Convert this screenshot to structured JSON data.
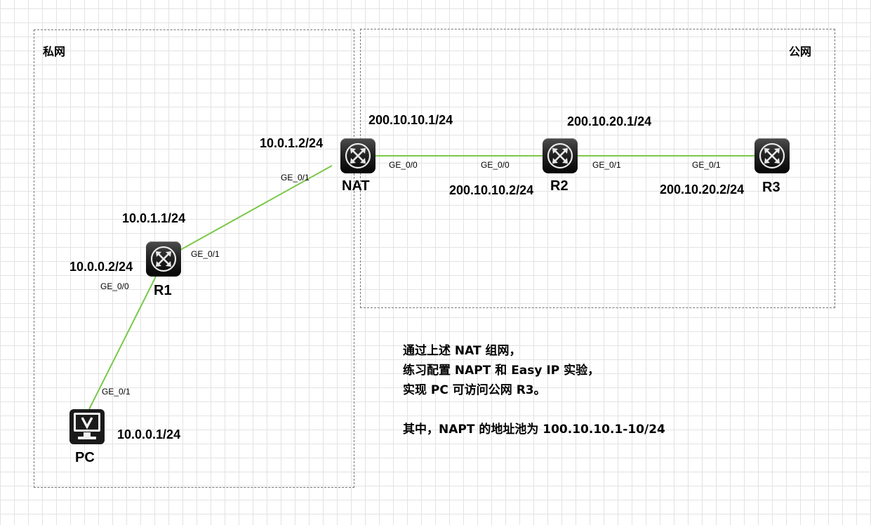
{
  "zones": {
    "private": {
      "label": "私网"
    },
    "public": {
      "label": "公网"
    }
  },
  "devices": {
    "nat": {
      "name": "NAT",
      "icon": "router-icon"
    },
    "r1": {
      "name": "R1",
      "icon": "router-icon"
    },
    "r2": {
      "name": "R2",
      "icon": "router-icon"
    },
    "r3": {
      "name": "R3",
      "icon": "router-icon"
    },
    "pc": {
      "name": "PC",
      "icon": "monitor-icon"
    }
  },
  "ips": {
    "nat_ge01": "10.0.1.2/24",
    "nat_ge00": "200.10.10.1/24",
    "r2_ge00": "200.10.10.2/24",
    "r2_ge01": "200.10.20.1/24",
    "r3_ge01": "200.10.20.2/24",
    "r1_ge01": "10.0.1.1/24",
    "r1_ge00": "10.0.0.2/24",
    "pc": "10.0.0.1/24"
  },
  "ports": {
    "nat_ge01": "GE_0/1",
    "nat_ge00": "GE_0/0",
    "r2_ge00": "GE_0/0",
    "r2_ge01": "GE_0/1",
    "r3_ge01": "GE_0/1",
    "r1_ge01": "GE_0/1",
    "r1_ge00": "GE_0/0",
    "pc_ge01": "GE_0/1"
  },
  "note": {
    "line1": "通过上述 NAT 组网，",
    "line2": "练习配置 NAPT 和 Easy IP 实验，",
    "line3": "实现 PC 可访问公网 R3。",
    "line4": "其中，NAPT 的地址池为 100.10.10.1-10/24"
  },
  "colors": {
    "link": "#7cc84a",
    "zone_border": "#777777",
    "device_body": "#1a1a1a"
  }
}
